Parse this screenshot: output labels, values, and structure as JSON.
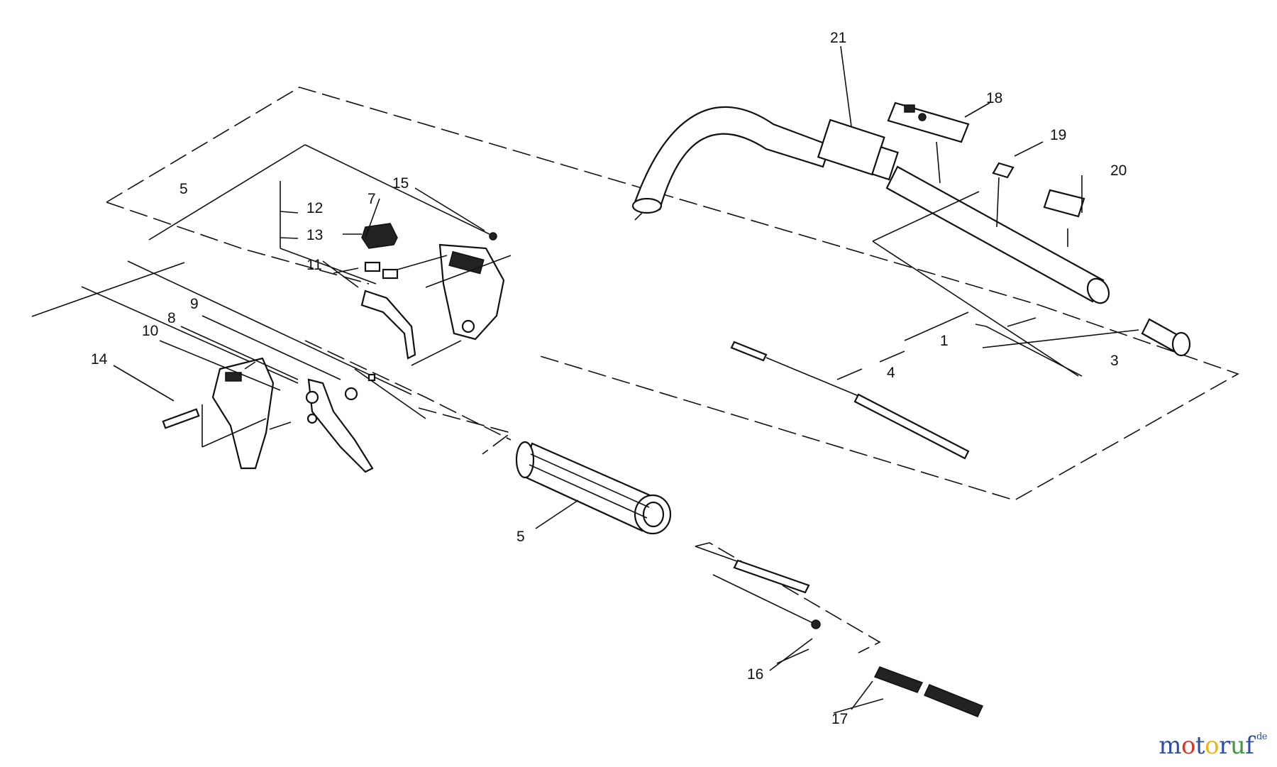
{
  "callouts": [
    {
      "id": "c21",
      "text": "21"
    },
    {
      "id": "c18",
      "text": "18"
    },
    {
      "id": "c19",
      "text": "19"
    },
    {
      "id": "c20",
      "text": "20"
    },
    {
      "id": "c15",
      "text": "15"
    },
    {
      "id": "c7",
      "text": "7"
    },
    {
      "id": "c5a",
      "text": "5"
    },
    {
      "id": "c12",
      "text": "12"
    },
    {
      "id": "c13",
      "text": "13"
    },
    {
      "id": "c11",
      "text": "11"
    },
    {
      "id": "c9",
      "text": "9"
    },
    {
      "id": "c8",
      "text": "8"
    },
    {
      "id": "c10",
      "text": "10"
    },
    {
      "id": "c14",
      "text": "14"
    },
    {
      "id": "c1",
      "text": "1"
    },
    {
      "id": "c4",
      "text": "4"
    },
    {
      "id": "c3",
      "text": "3"
    },
    {
      "id": "c5b",
      "text": "5"
    },
    {
      "id": "c16",
      "text": "16"
    },
    {
      "id": "c17",
      "text": "17"
    }
  ],
  "watermark": {
    "text": "motoruf",
    "suffix": ".de",
    "colors": [
      "#2b4fa3",
      "#d9352b",
      "#2b4fa3",
      "#f2b311",
      "#2b4fa3",
      "#3e9a3a",
      "#2b4fa3"
    ]
  }
}
